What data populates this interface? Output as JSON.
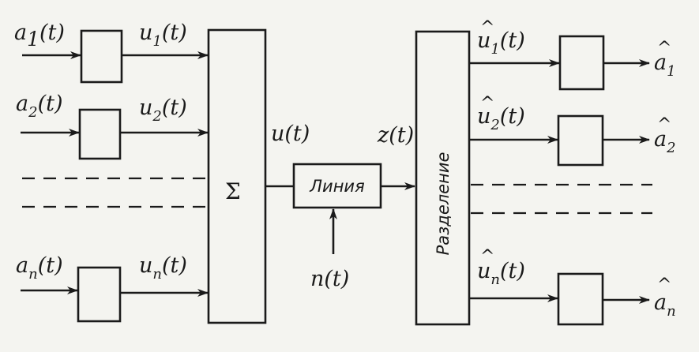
{
  "inputs": [
    {
      "signal": "a",
      "sub": "1",
      "arg": "(t)",
      "out_signal": "u",
      "out_sub": "1",
      "out_arg": "(t)"
    },
    {
      "signal": "a",
      "sub": "2",
      "arg": "(t)",
      "out_signal": "u",
      "out_sub": "2",
      "out_arg": "(t)"
    },
    {
      "signal": "a",
      "sub": "n",
      "arg": "(t)",
      "out_signal": "u",
      "out_sub": "n",
      "out_arg": "(t)"
    }
  ],
  "sum_block": {
    "symbol": "Σ",
    "out_label": "u(t)"
  },
  "line_block": {
    "label": "Линия",
    "noise_label": "n(t)",
    "out_label": "z(t)"
  },
  "separation_block": {
    "label": "Разделение"
  },
  "outputs": [
    {
      "hat": "^",
      "signal": "u",
      "sub": "1",
      "arg": "(t)",
      "final_hat": "^",
      "final_signal": "a",
      "final_sub": "1"
    },
    {
      "hat": "^",
      "signal": "u",
      "sub": "2",
      "arg": "(t)",
      "final_hat": "^",
      "final_signal": "a",
      "final_sub": "2"
    },
    {
      "hat": "^",
      "signal": "u",
      "sub": "n",
      "arg": "(t)",
      "final_hat": "^",
      "final_signal": "a",
      "final_sub": "n"
    }
  ]
}
